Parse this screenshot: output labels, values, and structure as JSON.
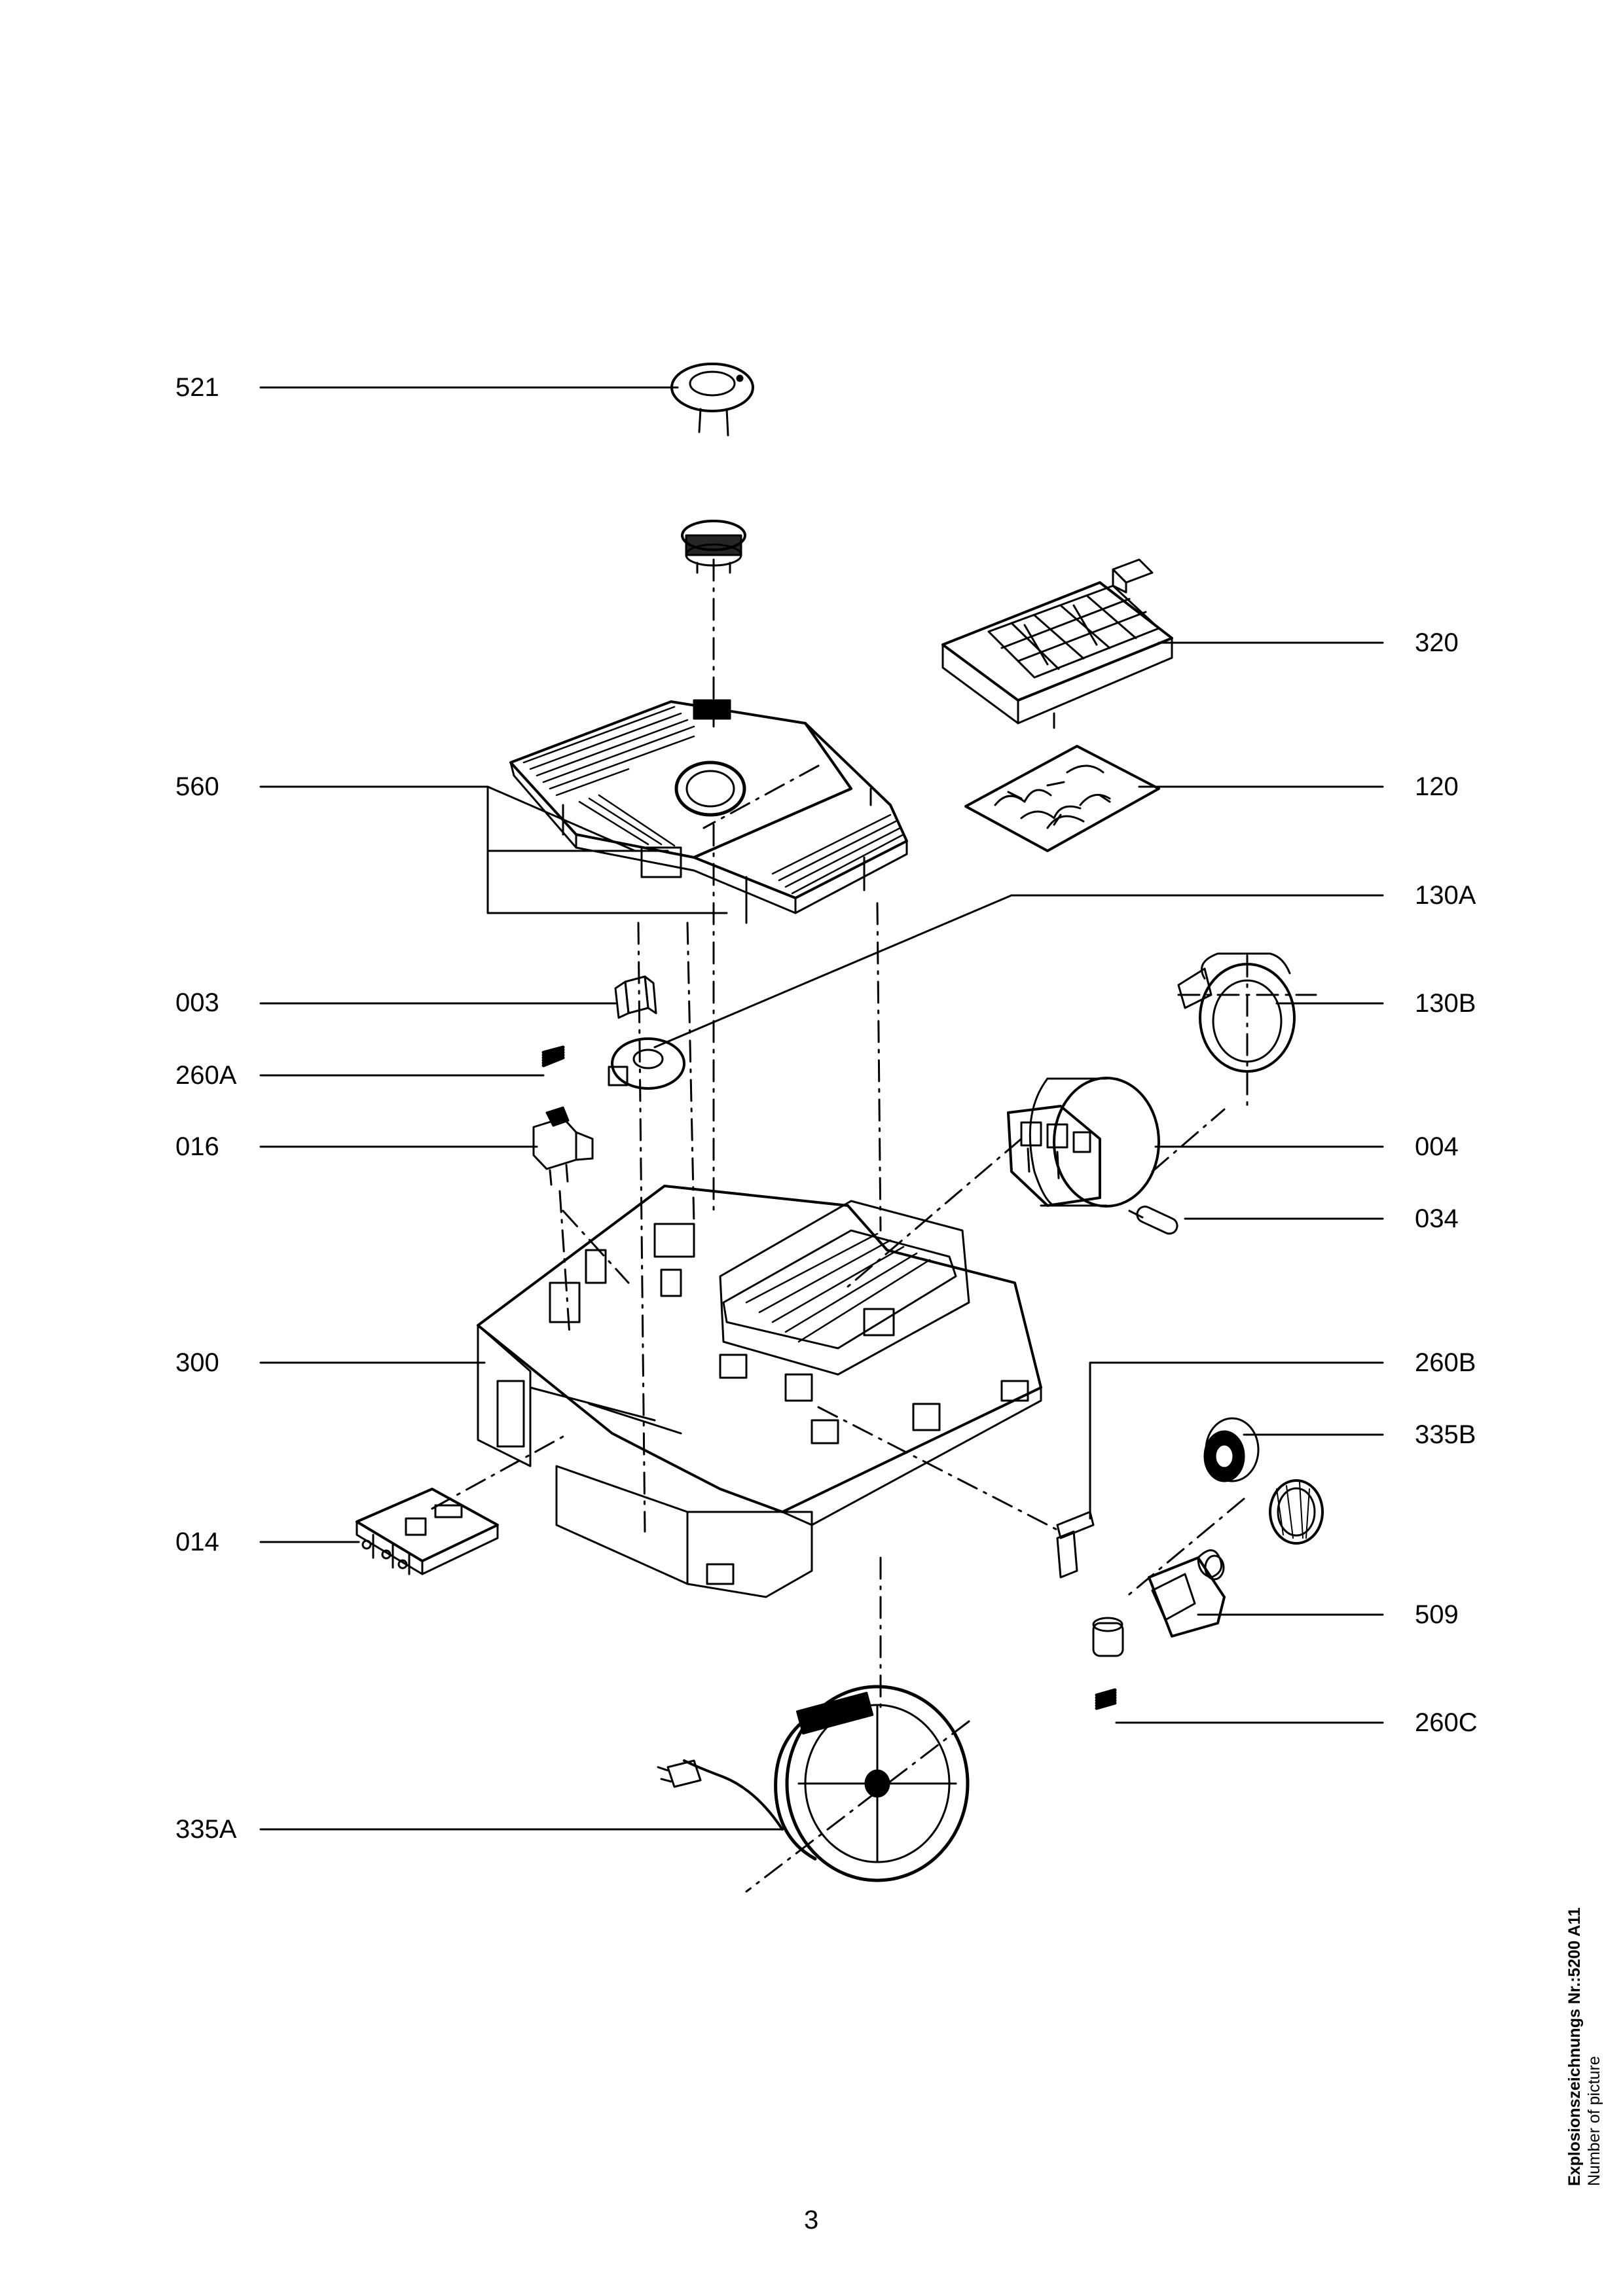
{
  "parts_left": [
    "521",
    "560",
    "003",
    "260A",
    "016",
    "300",
    "014",
    "335A"
  ],
  "parts_right": [
    "320",
    "120",
    "130A",
    "130B",
    "004",
    "034",
    "260B",
    "335B",
    "509",
    "260C"
  ],
  "caption": {
    "title": "Explosionszeichnungs Nr.:5200 A11",
    "subtitle": "Number of picture"
  },
  "page_number": "3"
}
